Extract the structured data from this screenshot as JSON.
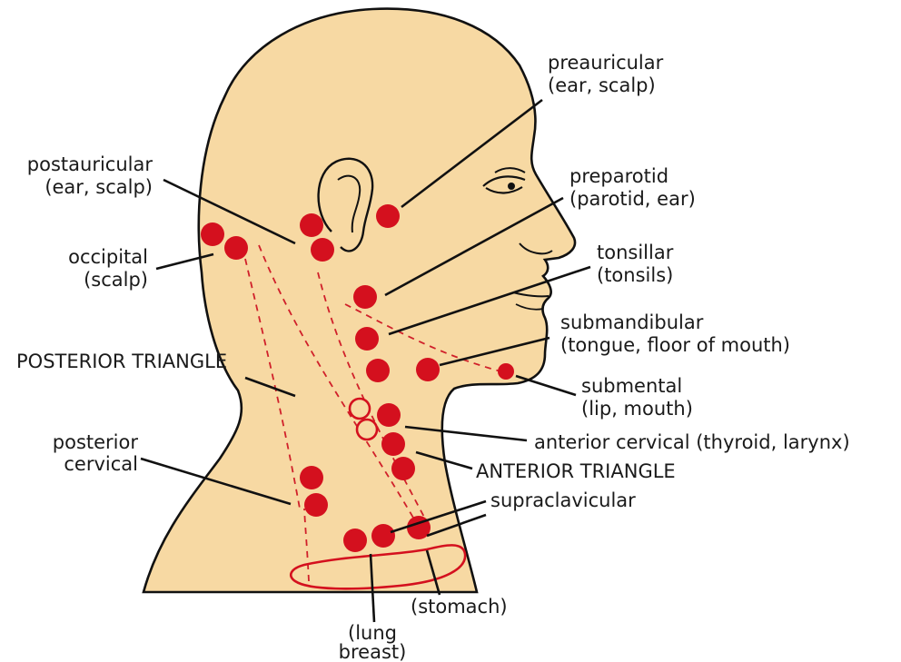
{
  "colors": {
    "skin": "#f7d9a3",
    "outline": "#111111",
    "lymph_node": "#d4101e",
    "dashed_boundary": "#d0202a",
    "text": "#1a1a1a"
  },
  "labels": {
    "preauricular": [
      "preauricular",
      "(ear, scalp)"
    ],
    "postauricular": [
      "postauricular",
      "(ear, scalp)"
    ],
    "preparotid": [
      "preparotid",
      "(parotid, ear)"
    ],
    "occipital": [
      "occipital",
      "(scalp)"
    ],
    "tonsillar": [
      "tonsillar",
      "(tonsils)"
    ],
    "submandibular": [
      "submandibular",
      "(tongue, floor of mouth)"
    ],
    "posterior_triangle": "POSTERIOR TRIANGLE",
    "submental": [
      "submental",
      "(lip, mouth)"
    ],
    "anterior_cervical": "anterior cervical (thyroid, larynx)",
    "posterior_cervical": [
      "posterior",
      "cervical"
    ],
    "anterior_triangle": "ANTERIOR TRIANGLE",
    "supraclavicular": "supraclavicular",
    "stomach": "(stomach)",
    "lung_breast": [
      "(lung",
      "breast)"
    ]
  }
}
